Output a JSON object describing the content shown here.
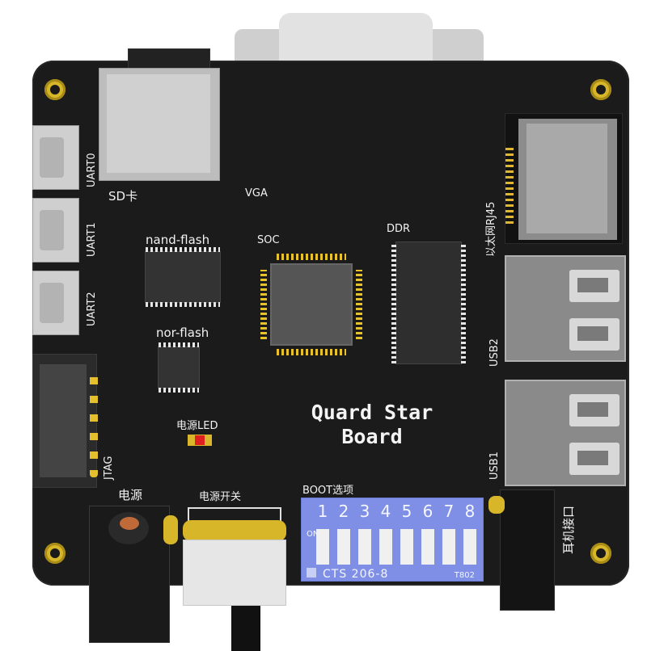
{
  "board": {
    "title_line1": "Quard Star",
    "title_line2": "Board"
  },
  "labels": {
    "sd": "SD卡",
    "vga": "VGA",
    "ethernet": "以太网RJ45",
    "uart0": "UART0",
    "uart1": "UART1",
    "uart2": "UART2",
    "nand": "nand-flash",
    "soc": "SOC",
    "ddr": "DDR",
    "nor": "nor-flash",
    "usb2": "USB2",
    "usb1": "USB1",
    "power_led": "电源LED",
    "jtag": "JTAG",
    "power": "电源",
    "power_switch": "电源开关",
    "boot": "BOOT选项",
    "headphone": "耳机接口"
  },
  "dip": {
    "numbers": [
      "1",
      "2",
      "3",
      "4",
      "5",
      "6",
      "7",
      "8"
    ],
    "model": "CTS 206-8",
    "part": "T802",
    "on_label": "ON"
  },
  "colors": {
    "pcb": "#1b1b1b",
    "gold": "#d7b62a",
    "dip_blue": "#7f8fe6",
    "led_red": "#e02020"
  }
}
